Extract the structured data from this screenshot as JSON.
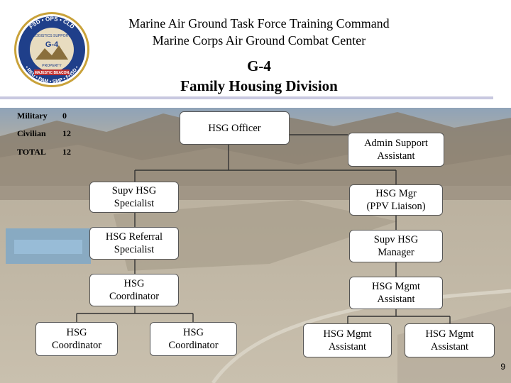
{
  "header": {
    "title_line1": "Marine Air Ground Task Force Training Command",
    "title_line2": "Marine Corps Air Ground Combat Center",
    "subtitle_line1": "G-4",
    "subtitle_line2": "Family Housing Division"
  },
  "seal": {
    "top_text": "FSD • OPS • CLD",
    "inner_top": "LOGISTICS SUPPORT",
    "inner_bottom": "PROPERTY",
    "bottom_text": "• RED • PAM • SMP • FHSD •",
    "center_text": "G-4",
    "ribbon_text": "MAJESTIC BEACON"
  },
  "stats": [
    {
      "label": "Military",
      "value": "0"
    },
    {
      "label": "Civilian",
      "value": "12"
    },
    {
      "label": "TOTAL",
      "value": "12"
    }
  ],
  "org": {
    "officer": {
      "line1": "HSG Officer"
    },
    "admin": {
      "line1": "Admin Support",
      "line2": "Assistant"
    },
    "supv_specialist": {
      "line1": "Supv HSG",
      "line2": "Specialist"
    },
    "referral": {
      "line1": "HSG Referral",
      "line2": "Specialist"
    },
    "coordinator_main": {
      "line1": "HSG",
      "line2": "Coordinator"
    },
    "coordinator_a": {
      "line1": "HSG",
      "line2": "Coordinator"
    },
    "coordinator_b": {
      "line1": "HSG",
      "line2": "Coordinator"
    },
    "mgr_ppv": {
      "line1": "HSG Mgr",
      "line2": "(PPV Liaison)"
    },
    "supv_manager": {
      "line1": "Supv HSG",
      "line2": "Manager"
    },
    "mgmt_main": {
      "line1": "HSG Mgmt",
      "line2": "Assistant"
    },
    "mgmt_a": {
      "line1": "HSG Mgmt",
      "line2": "Assistant"
    },
    "mgmt_b": {
      "line1": "HSG Mgmt",
      "line2": "Assistant"
    }
  },
  "page_number": "9",
  "colors": {
    "rule": "#c8c8e0",
    "box_border": "#555555",
    "line": "#333333"
  }
}
